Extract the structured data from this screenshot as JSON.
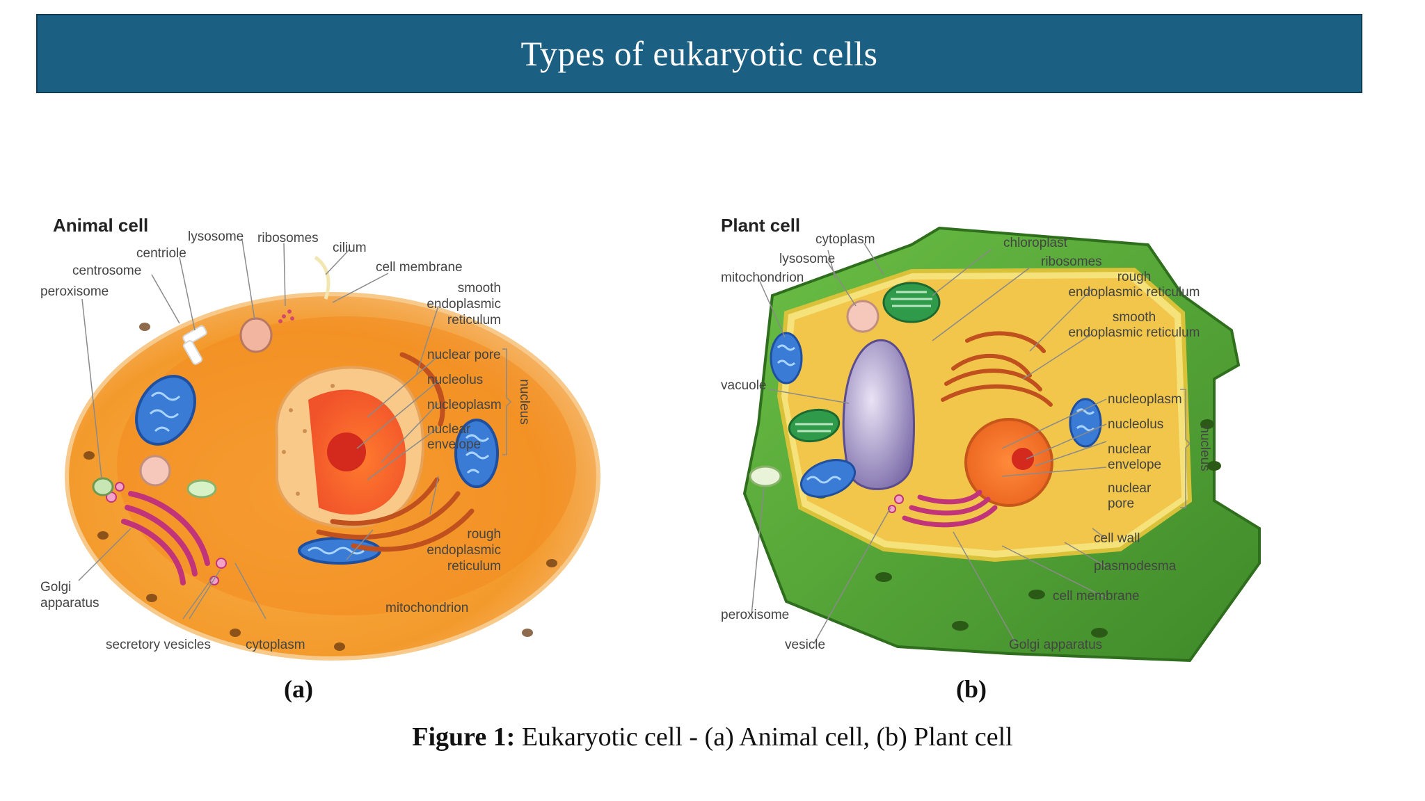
{
  "title": "Types of eukaryotic cells",
  "animal": {
    "heading": "Animal cell",
    "labels": {
      "lysosome": "lysosome",
      "ribosomes": "ribosomes",
      "centriole": "centriole",
      "cilium": "cilium",
      "centrosome": "centrosome",
      "cell_membrane": "cell membrane",
      "peroxisome": "peroxisome",
      "smooth_er_1": "smooth",
      "smooth_er_2": "endoplasmic",
      "smooth_er_3": "reticulum",
      "nuclear_pore": "nuclear pore",
      "nucleolus": "nucleolus",
      "nucleoplasm": "nucleoplasm",
      "nuclear_env_1": "nuclear",
      "nuclear_env_2": "envelope",
      "nucleus": "nucleus",
      "rough_er_1": "rough",
      "rough_er_2": "endoplasmic",
      "rough_er_3": "reticulum",
      "golgi_1": "Golgi",
      "golgi_2": "apparatus",
      "mitochondrion": "mitochondrion",
      "secretory_vesicles": "secretory vesicles",
      "cytoplasm": "cytoplasm"
    }
  },
  "plant": {
    "heading": "Plant cell",
    "labels": {
      "cytoplasm": "cytoplasm",
      "chloroplast": "chloroplast",
      "lysosome": "lysosome",
      "ribosomes": "ribosomes",
      "mitochondrion": "mitochondrion",
      "rough_er_1": "rough",
      "rough_er_2": "endoplasmic reticulum",
      "smooth_er_1": "smooth",
      "smooth_er_2": "endoplasmic reticulum",
      "vacuole": "vacuole",
      "nucleoplasm": "nucleoplasm",
      "nucleolus": "nucleolus",
      "nuclear_env_1": "nuclear",
      "nuclear_env_2": "envelope",
      "nuclear_pore_1": "nuclear",
      "nuclear_pore_2": "pore",
      "nucleus": "nucleus",
      "cell_wall": "cell wall",
      "plasmodesma": "plasmodesma",
      "cell_membrane": "cell membrane",
      "peroxisome": "peroxisome",
      "vesicle": "vesicle",
      "golgi": "Golgi apparatus"
    }
  },
  "sub_a": "(a)",
  "sub_b": "(b)",
  "caption": {
    "prefix": "Figure 1:",
    "text": " Eukaryotic cell - (a) Animal cell, (b) Plant cell"
  },
  "colors": {
    "banner": "#1b5f82",
    "animal_cytoplasm": "#f29a2e",
    "plant_wall": "#5aa83a",
    "plant_cytoplasm": "#f1c64a"
  }
}
